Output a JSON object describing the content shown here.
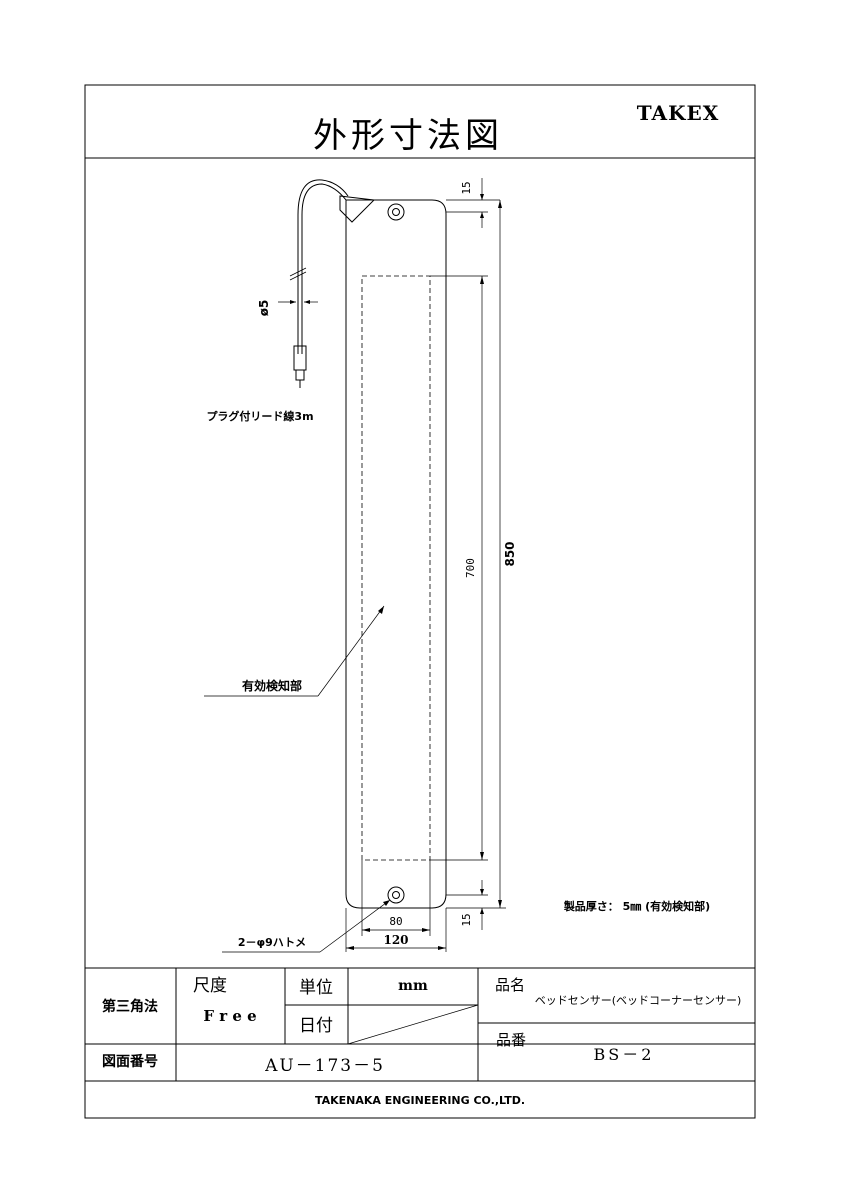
{
  "header": {
    "title": "外形寸法図",
    "brand": "TAKEX"
  },
  "drawing": {
    "cable_label": "プラグ付リード線3m",
    "cable_diameter": "ø5",
    "sensing_area_label": "有効検知部",
    "eyelet_label": "2－φ9ハトメ",
    "thickness_note": "製品厚さ： 5㎜ (有効検知部)",
    "dimensions": {
      "top_margin": "15",
      "bottom_margin": "15",
      "total_length": "850",
      "sensing_length": "700",
      "sensing_width": "80",
      "total_width": "120"
    }
  },
  "title_block": {
    "projection_label": "第三角法",
    "scale_label": "尺度",
    "scale_value": "F r e e",
    "unit_label": "単位",
    "unit_value": "mm",
    "date_label": "日付",
    "product_name_label": "品名",
    "product_name_value": "ベッドセンサー(ベッドコーナーセンサー)",
    "drawing_number_label": "図面番号",
    "drawing_number_value": "AU－173－5",
    "part_number_label": "品番",
    "part_number_value": "BS－2",
    "company": "TAKENAKA ENGINEERING CO.,LTD."
  }
}
